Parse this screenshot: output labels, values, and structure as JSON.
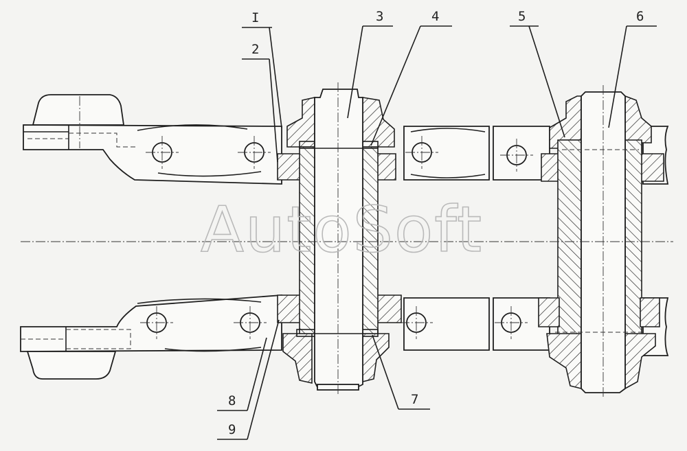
{
  "watermark": "AutoSoft",
  "callouts": {
    "c1": "I",
    "c2": "2",
    "c3": "3",
    "c4": "4",
    "c5": "5",
    "c6": "6",
    "c7": "7",
    "c8": "8",
    "c9": "9"
  }
}
